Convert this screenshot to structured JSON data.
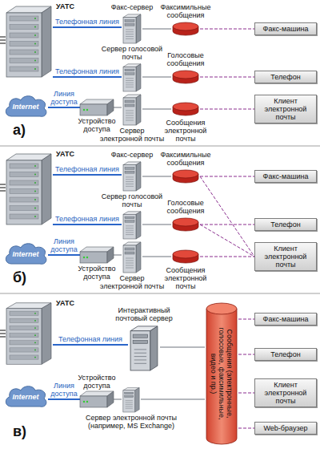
{
  "diagram": {
    "nodes": [
      {
        "text": [
          "УАТС"
        ]
      },
      {
        "text": [
          "Факс-сервер"
        ]
      },
      {
        "text": [
          "Сервер голосовой почты"
        ]
      },
      {
        "text": [
          "Internet"
        ]
      },
      {
        "text": [
          "Устройство доступа"
        ]
      },
      {
        "text": [
          "Сервер электронной почты"
        ]
      },
      {
        "text": [
          "Факсимильные сообщения"
        ]
      },
      {
        "text": [
          "Голосовые сообщения"
        ]
      },
      {
        "text": [
          "Сообщения электронной почты"
        ]
      },
      {
        "text": [
          "Факс-машина"
        ]
      },
      {
        "text": [
          "Телефон"
        ]
      },
      {
        "text": [
          "Клиент электронной почты"
        ]
      },
      {
        "text": [
          "УАТС"
        ]
      },
      {
        "text": [
          "Факс-сервер"
        ]
      },
      {
        "text": [
          "Сервер голосовой почты"
        ]
      },
      {
        "text": [
          "Internet"
        ]
      },
      {
        "text": [
          "Устройство доступа"
        ]
      },
      {
        "text": [
          "Сервер электронной почты"
        ]
      },
      {
        "text": [
          "Факсимильные сообщения"
        ]
      },
      {
        "text": [
          "Голосовые сообщения"
        ]
      },
      {
        "text": [
          "Сообщения электронной почты"
        ]
      },
      {
        "text": [
          "Факс-машина"
        ]
      },
      {
        "text": [
          "Телефон"
        ]
      },
      {
        "text": [
          "Клиент электронной почты"
        ]
      },
      {
        "text": [
          "УАТС"
        ]
      },
      {
        "text": [
          "Интерактивный почтовый сервер"
        ]
      },
      {
        "text": [
          "Internet"
        ]
      },
      {
        "text": [
          "Устройство доступа"
        ]
      },
      {
        "text": [
          "Сервер электронной почты (например, MS Exchange)"
        ]
      },
      {
        "text": [
          "Сообщения (электронные, голосовые, факсимильные, видео и пр.)"
        ]
      },
      {
        "text": [
          "Факс-машина"
        ]
      },
      {
        "text": [
          "Телефон"
        ]
      },
      {
        "text": [
          "Клиент электронной почты"
        ]
      },
      {
        "text": [
          "Web-браузер"
        ]
      }
    ],
    "edges": [
      {
        "from": 0,
        "to": 1,
        "label": "Телефонная линия",
        "arrow": "none"
      },
      {
        "from": 0,
        "to": 2,
        "label": "Телефонная линия",
        "arrow": "none"
      },
      {
        "from": 3,
        "to": 4,
        "label": "Линия доступа",
        "arrow": "none"
      },
      {
        "from": 4,
        "to": 5,
        "arrow": "none"
      },
      {
        "from": 1,
        "to": 6,
        "arrow": "none"
      },
      {
        "from": 2,
        "to": 7,
        "arrow": "none"
      },
      {
        "from": 5,
        "to": 8,
        "arrow": "none"
      },
      {
        "from": 6,
        "to": 9,
        "arrow": "none"
      },
      {
        "from": 7,
        "to": 10,
        "arrow": "none"
      },
      {
        "from": 8,
        "to": 11,
        "arrow": "none"
      },
      {
        "from": 12,
        "to": 13,
        "label": "Телефонная линия",
        "arrow": "none"
      },
      {
        "from": 12,
        "to": 14,
        "label": "Телефонная линия",
        "arrow": "none"
      },
      {
        "from": 15,
        "to": 16,
        "label": "Линия доступа",
        "arrow": "none"
      },
      {
        "from": 16,
        "to": 17,
        "arrow": "none"
      },
      {
        "from": 13,
        "to": 18,
        "arrow": "none"
      },
      {
        "from": 14,
        "to": 19,
        "arrow": "none"
      },
      {
        "from": 17,
        "to": 20,
        "arrow": "none"
      },
      {
        "from": 18,
        "to": 21,
        "arrow": "none"
      },
      {
        "from": 18,
        "to": 23,
        "arrow": "none"
      },
      {
        "from": 19,
        "to": 22,
        "arrow": "none"
      },
      {
        "from": 19,
        "to": 23,
        "arrow": "none"
      },
      {
        "from": 20,
        "to": 23,
        "arrow": "none"
      },
      {
        "from": 24,
        "to": 25,
        "label": "Телефонная линия",
        "arrow": "none"
      },
      {
        "from": 26,
        "to": 27,
        "label": "Линия доступа",
        "arrow": "none"
      },
      {
        "from": 27,
        "to": 28,
        "arrow": "none"
      },
      {
        "from": 25,
        "to": 29,
        "arrow": "none"
      },
      {
        "from": 28,
        "to": 29,
        "arrow": "none"
      },
      {
        "from": 29,
        "to": 30,
        "arrow": "none"
      },
      {
        "from": 29,
        "to": 31,
        "arrow": "none"
      },
      {
        "from": 29,
        "to": 32,
        "arrow": "none"
      },
      {
        "from": 29,
        "to": 33,
        "arrow": "none"
      }
    ],
    "labels": [
      "а)",
      "б)",
      "в)"
    ]
  }
}
